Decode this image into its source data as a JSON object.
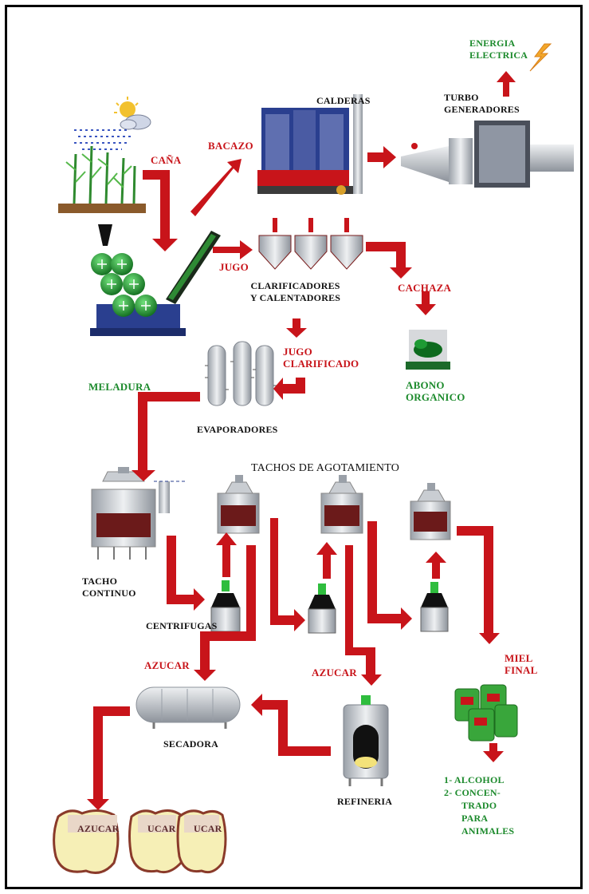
{
  "labels": {
    "energia_1": "ENERGIA",
    "energia_2": "ELECTRICA",
    "turbo_1": "TURBO",
    "turbo_2": "GENERADORES",
    "calderas": "CALDERAS",
    "bacazo": "BACAZO",
    "cana": "CAÑA",
    "jugo": "JUGO",
    "clarificadores_1": "CLARIFICADORES",
    "clarificadores_2": "Y CALENTADORES",
    "cachaza": "CACHAZA",
    "abono_1": "ABONO",
    "abono_2": "ORGANICO",
    "jugo_clar_1": "JUGO",
    "jugo_clar_2": "CLARIFICADO",
    "meladura": "MELADURA",
    "evaporadores": "EVAPORADORES",
    "tachos": "TACHOS DE AGOTAMIENTO",
    "tacho_1": "TACHO",
    "tacho_2": "CONTINUO",
    "centrifugas": "CENTRIFUGAS",
    "azucar_left": "AZUCAR",
    "azucar_mid": "AZUCAR",
    "miel_1": "MIEL",
    "miel_2": "FINAL",
    "secadora": "SECADORA",
    "refineria": "REFINERIA",
    "alc_1": "1- ALCOHOL",
    "alc_2": "2- CONCEN-",
    "alc_3": "TRADO",
    "alc_4": "PARA",
    "alc_5": "ANIMALES",
    "bag_1": "AZUCAR",
    "bag_2": "UCAR",
    "bag_3": "UCAR"
  },
  "colors": {
    "arrow": "#c8141a",
    "label_red": "#c8141a",
    "label_green": "#1c8a2c",
    "equipment_steel": "#c9cdd2",
    "equipment_maroon": "#6b1a1a",
    "mill_green": "#1f8a2a",
    "boiler_blue": "#2a3f8f"
  },
  "icons": [
    "sun-cloud-rain-icon",
    "cane-field-icon",
    "mill-icon",
    "boiler-icon",
    "lightning-icon",
    "turbine-icon",
    "clarifier-icon",
    "fertilizer-icon",
    "evaporator-icon",
    "vacuum-pan-icon",
    "centrifuge-icon",
    "molasses-drums-icon",
    "dryer-icon",
    "refinery-icon",
    "sugar-bags-icon"
  ]
}
